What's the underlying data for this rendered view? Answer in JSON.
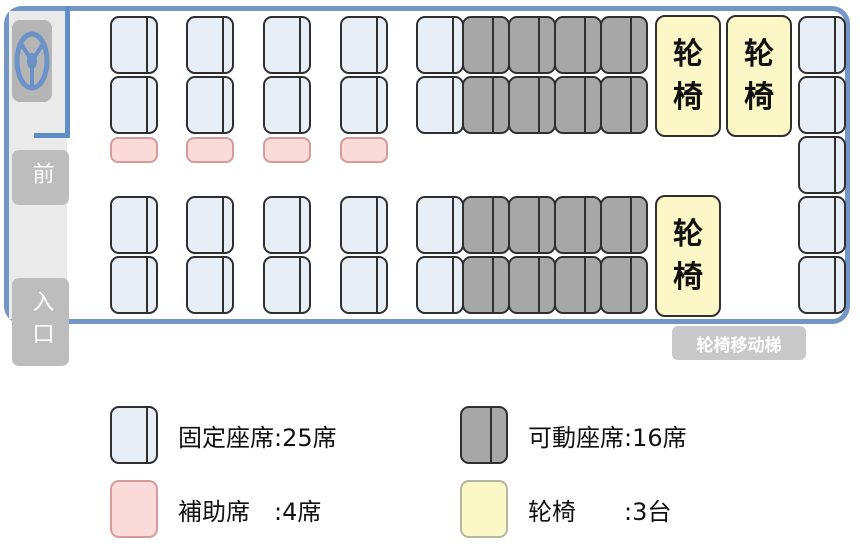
{
  "front": {
    "front_label": "前",
    "entrance_label": "入口"
  },
  "wheelchair_char_1": "轮",
  "wheelchair_char_2": "椅",
  "lift_label": "轮椅移动梯",
  "legend": {
    "fixed": "固定座席:25席",
    "movable": "可動座席:16席",
    "auxiliary": "補助席　:4席",
    "wheelchair": "轮椅　　:3台"
  },
  "colors": {
    "bus_outline": "#7396c4",
    "fixed_seat": "#e8eef6",
    "movable_seat": "#a7a7a7",
    "auxiliary_seat": "#fbdada",
    "wheelchair_space": "#fbf7c7"
  },
  "icons": {
    "steering": "steering-wheel-icon"
  }
}
